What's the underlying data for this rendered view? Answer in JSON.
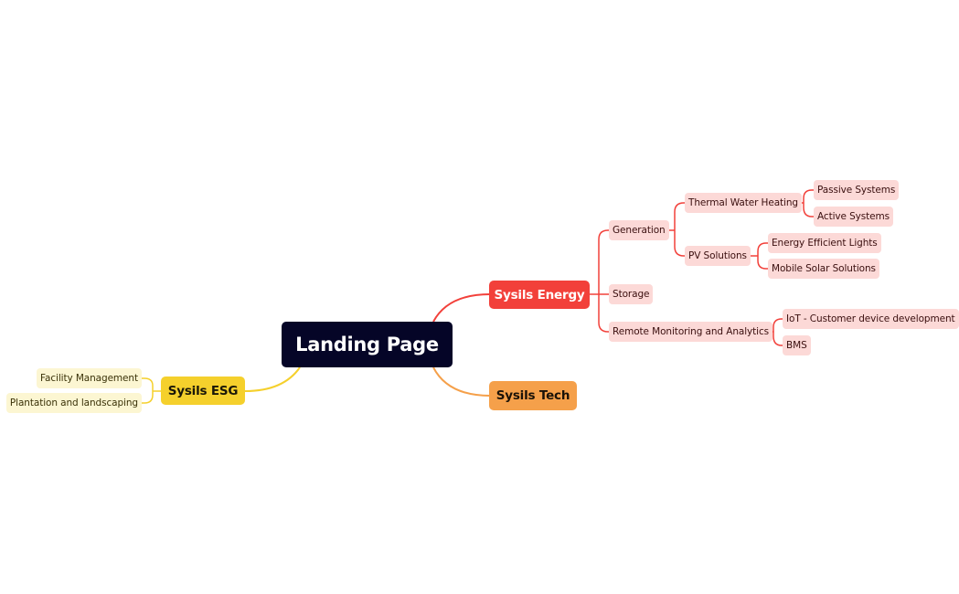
{
  "root": {
    "label": "Landing Page"
  },
  "branches": {
    "energy": {
      "label": "Sysils Energy",
      "generation": {
        "label": "Generation",
        "thermal": {
          "label": "Thermal Water Heating",
          "passive": "Passive Systems",
          "active": "Active Systems"
        },
        "pv": {
          "label": "PV Solutions",
          "lights": "Energy Efficient Lights",
          "mobile": "Mobile Solar Solutions"
        }
      },
      "storage": {
        "label": "Storage"
      },
      "remote": {
        "label": "Remote Monitoring and Analytics",
        "iot": "IoT - Customer device development",
        "bms": "BMS"
      }
    },
    "tech": {
      "label": "Sysils Tech"
    },
    "esg": {
      "label": "Sysils ESG",
      "facility": "Facility Management",
      "plantation": "Plantation and landscaping"
    }
  },
  "colors": {
    "root_fill": "#050527",
    "energy": "#f2403a",
    "energy_child_fill": "#fcd9d7",
    "tech": "#f5a04a",
    "esg": "#f5d02c",
    "esg_child_fill": "#fcf6d2"
  }
}
